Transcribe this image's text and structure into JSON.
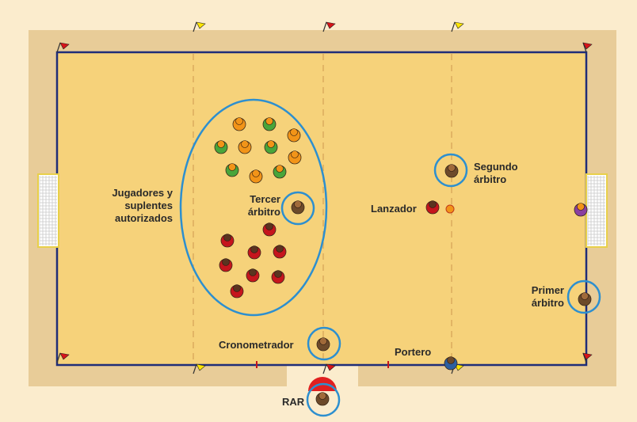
{
  "labels": {
    "players_line1": "Jugadores y",
    "players_line2": "suplentes",
    "players_line3": "autorizados",
    "third_ref_line1": "Tercer",
    "third_ref_line2": "árbitro",
    "second_ref_line1": "Segundo",
    "second_ref_line2": "árbitro",
    "thrower": "Lanzador",
    "first_ref_line1": "Primer",
    "first_ref_line2": "árbitro",
    "timekeeper": "Cronometrador",
    "goalkeeper": "Portero",
    "var": "RAR"
  },
  "colors": {
    "background": "#fbeccd",
    "surround": "#e8cc98",
    "court": "#f6d27a",
    "court_border": "#1f2d78",
    "circle": "#2d8fcf",
    "team_orange": "#f29418",
    "team_green": "#49a53a",
    "team_dark": "#5a3420",
    "team_red": "#c5151d",
    "flag_red": "#d7141a",
    "flag_yellow": "#ffe600",
    "var_red": "#e02020"
  }
}
